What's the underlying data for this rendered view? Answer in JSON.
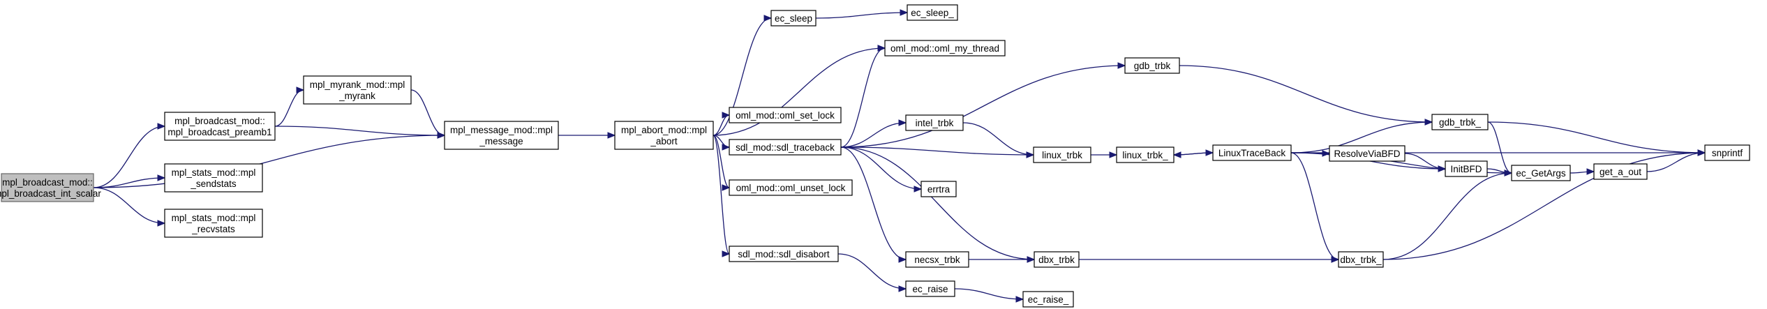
{
  "nodes": [
    {
      "id": "root",
      "lines": [
        "mpl_broadcast_mod::",
        "mpl_broadcast_int_scalar"
      ],
      "root": true
    },
    {
      "id": "preamb1",
      "lines": [
        "mpl_broadcast_mod::",
        "mpl_broadcast_preamb1"
      ]
    },
    {
      "id": "sendstats",
      "lines": [
        "mpl_stats_mod::mpl",
        "_sendstats"
      ]
    },
    {
      "id": "recvstats",
      "lines": [
        "mpl_stats_mod::mpl",
        "_recvstats"
      ]
    },
    {
      "id": "myrank",
      "lines": [
        "mpl_myrank_mod::mpl",
        "_myrank"
      ]
    },
    {
      "id": "message",
      "lines": [
        "mpl_message_mod::mpl",
        "_message"
      ]
    },
    {
      "id": "abort",
      "lines": [
        "mpl_abort_mod::mpl",
        "_abort"
      ]
    },
    {
      "id": "ec_sleep",
      "lines": [
        "ec_sleep"
      ]
    },
    {
      "id": "ec_sleep_",
      "lines": [
        "ec_sleep_"
      ]
    },
    {
      "id": "oml_my_thread",
      "lines": [
        "oml_mod::oml_my_thread"
      ]
    },
    {
      "id": "oml_set_lock",
      "lines": [
        "oml_mod::oml_set_lock"
      ]
    },
    {
      "id": "sdl_traceback",
      "lines": [
        "sdl_mod::sdl_traceback"
      ]
    },
    {
      "id": "oml_unset_lock",
      "lines": [
        "oml_mod::oml_unset_lock"
      ]
    },
    {
      "id": "sdl_disabort",
      "lines": [
        "sdl_mod::sdl_disabort"
      ]
    },
    {
      "id": "gdb_trbk",
      "lines": [
        "gdb_trbk"
      ]
    },
    {
      "id": "intel_trbk",
      "lines": [
        "intel_trbk"
      ]
    },
    {
      "id": "errtra",
      "lines": [
        "errtra"
      ]
    },
    {
      "id": "necsx_trbk",
      "lines": [
        "necsx_trbk"
      ]
    },
    {
      "id": "linux_trbk",
      "lines": [
        "linux_trbk"
      ]
    },
    {
      "id": "dbx_trbk",
      "lines": [
        "dbx_trbk"
      ]
    },
    {
      "id": "ec_raise",
      "lines": [
        "ec_raise"
      ]
    },
    {
      "id": "ec_raise_",
      "lines": [
        "ec_raise_"
      ]
    },
    {
      "id": "linux_trbk_",
      "lines": [
        "linux_trbk_"
      ]
    },
    {
      "id": "LinuxTraceBack",
      "lines": [
        "LinuxTraceBack"
      ]
    },
    {
      "id": "ResolveViaBFD",
      "lines": [
        "ResolveViaBFD"
      ]
    },
    {
      "id": "gdb_trbk_",
      "lines": [
        "gdb_trbk_"
      ]
    },
    {
      "id": "InitBFD",
      "lines": [
        "InitBFD"
      ]
    },
    {
      "id": "dbx_trbk_",
      "lines": [
        "dbx_trbk_"
      ]
    },
    {
      "id": "ec_GetArgs",
      "lines": [
        "ec_GetArgs"
      ]
    },
    {
      "id": "get_a_out",
      "lines": [
        "get_a_out"
      ]
    },
    {
      "id": "snprintf",
      "lines": [
        "snprintf"
      ]
    }
  ],
  "edges": [
    [
      "root",
      "preamb1"
    ],
    [
      "root",
      "message"
    ],
    [
      "root",
      "sendstats"
    ],
    [
      "root",
      "recvstats"
    ],
    [
      "preamb1",
      "myrank"
    ],
    [
      "preamb1",
      "message"
    ],
    [
      "myrank",
      "message"
    ],
    [
      "message",
      "abort"
    ],
    [
      "abort",
      "ec_sleep"
    ],
    [
      "abort",
      "oml_my_thread"
    ],
    [
      "abort",
      "oml_set_lock"
    ],
    [
      "abort",
      "sdl_traceback"
    ],
    [
      "abort",
      "oml_unset_lock"
    ],
    [
      "abort",
      "sdl_disabort"
    ],
    [
      "ec_sleep",
      "ec_sleep_"
    ],
    [
      "sdl_traceback",
      "oml_my_thread"
    ],
    [
      "sdl_traceback",
      "gdb_trbk"
    ],
    [
      "sdl_traceback",
      "intel_trbk"
    ],
    [
      "sdl_traceback",
      "linux_trbk"
    ],
    [
      "sdl_traceback",
      "errtra"
    ],
    [
      "sdl_traceback",
      "necsx_trbk"
    ],
    [
      "sdl_traceback",
      "dbx_trbk"
    ],
    [
      "sdl_disabort",
      "ec_raise"
    ],
    [
      "ec_raise",
      "ec_raise_"
    ],
    [
      "gdb_trbk",
      "gdb_trbk_"
    ],
    [
      "intel_trbk",
      "linux_trbk"
    ],
    [
      "necsx_trbk",
      "dbx_trbk"
    ],
    [
      "linux_trbk",
      "linux_trbk_"
    ],
    [
      "linux_trbk_",
      "LinuxTraceBack"
    ],
    [
      "LinuxTraceBack",
      "linux_trbk_"
    ],
    [
      "LinuxTraceBack",
      "gdb_trbk_"
    ],
    [
      "LinuxTraceBack",
      "ResolveViaBFD"
    ],
    [
      "LinuxTraceBack",
      "InitBFD"
    ],
    [
      "LinuxTraceBack",
      "ec_GetArgs"
    ],
    [
      "LinuxTraceBack",
      "dbx_trbk_"
    ],
    [
      "LinuxTraceBack",
      "snprintf"
    ],
    [
      "ResolveViaBFD",
      "InitBFD"
    ],
    [
      "InitBFD",
      "ec_GetArgs"
    ],
    [
      "gdb_trbk_",
      "ec_GetArgs"
    ],
    [
      "gdb_trbk_",
      "snprintf"
    ],
    [
      "dbx_trbk",
      "dbx_trbk_"
    ],
    [
      "dbx_trbk_",
      "ec_GetArgs"
    ],
    [
      "dbx_trbk_",
      "snprintf"
    ],
    [
      "ec_GetArgs",
      "get_a_out"
    ],
    [
      "get_a_out",
      "snprintf"
    ]
  ],
  "colors": {
    "edge": "#191970",
    "root_fill": "#bfbfbf",
    "node_fill": "#ffffff"
  }
}
